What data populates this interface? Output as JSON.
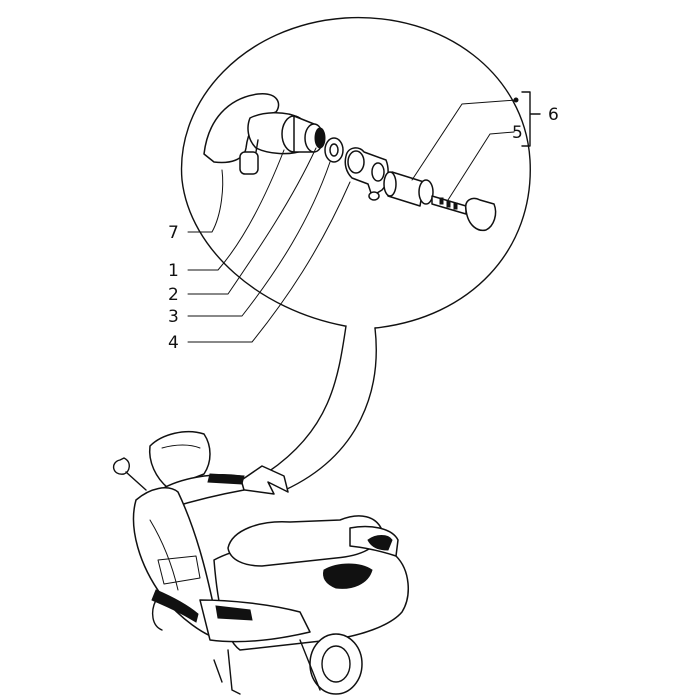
{
  "diagram": {
    "callouts": [
      {
        "id": "7",
        "label": "7"
      },
      {
        "id": "1",
        "label": "1"
      },
      {
        "id": "2",
        "label": "2"
      },
      {
        "id": "3",
        "label": "3"
      },
      {
        "id": "4",
        "label": "4"
      },
      {
        "id": "5",
        "label": "5"
      },
      {
        "id": "6",
        "label": "6"
      }
    ],
    "parts": {
      "detail_circle": "detail-magnifier-circle",
      "vehicle": "scooter-illustration",
      "lock_assembly": "ignition-lock-exploded-view"
    }
  }
}
